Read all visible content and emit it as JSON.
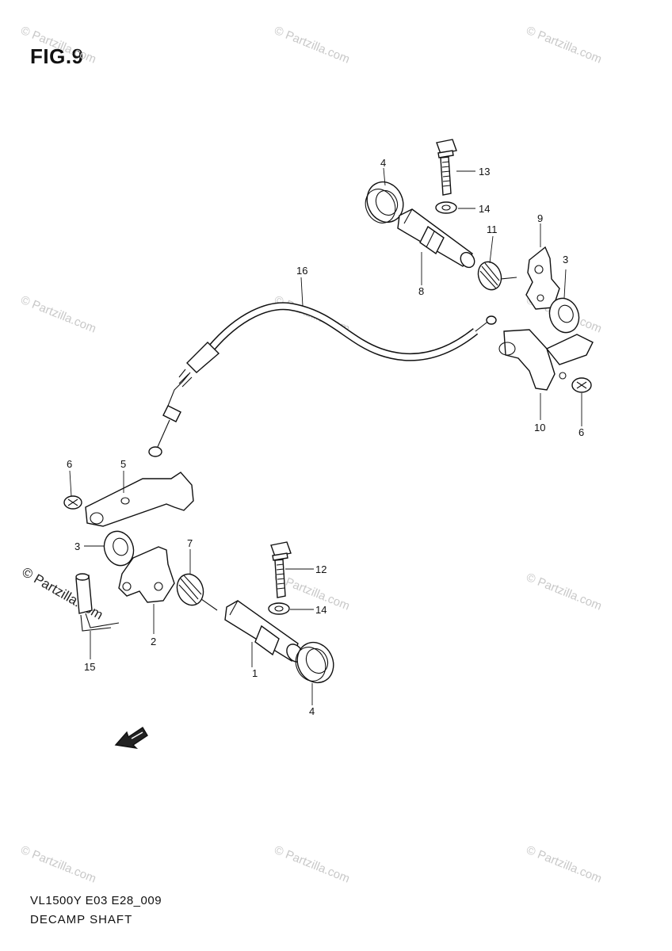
{
  "figure": {
    "title": "FIG.9",
    "model_code": "VL1500Y E03 E28_009",
    "name": "DECAMP SHAFT"
  },
  "watermark": {
    "text": "© Partzilla.com",
    "bold_text": "© Partzilla.com"
  },
  "callouts": [
    "1",
    "2",
    "3",
    "3",
    "4",
    "4",
    "5",
    "6",
    "6",
    "7",
    "8",
    "9",
    "10",
    "11",
    "12",
    "13",
    "14",
    "14",
    "15",
    "16"
  ],
  "parts": [
    {
      "no": "1",
      "name": "decamp-shaft-lower"
    },
    {
      "no": "2",
      "name": "lever-lower"
    },
    {
      "no": "3",
      "name": "bushing"
    },
    {
      "no": "4",
      "name": "oil-seal"
    },
    {
      "no": "5",
      "name": "lever-arm-lower"
    },
    {
      "no": "6",
      "name": "screw"
    },
    {
      "no": "7",
      "name": "spring-lower"
    },
    {
      "no": "8",
      "name": "decamp-shaft-upper"
    },
    {
      "no": "9",
      "name": "lever-upper"
    },
    {
      "no": "10",
      "name": "lever-arm-upper"
    },
    {
      "no": "11",
      "name": "spring-upper"
    },
    {
      "no": "12",
      "name": "bolt-lower"
    },
    {
      "no": "13",
      "name": "bolt-upper"
    },
    {
      "no": "14",
      "name": "washer"
    },
    {
      "no": "15",
      "name": "pin"
    },
    {
      "no": "16",
      "name": "decamp-cable"
    }
  ],
  "front_arrow_icon": "front-arrow-icon"
}
